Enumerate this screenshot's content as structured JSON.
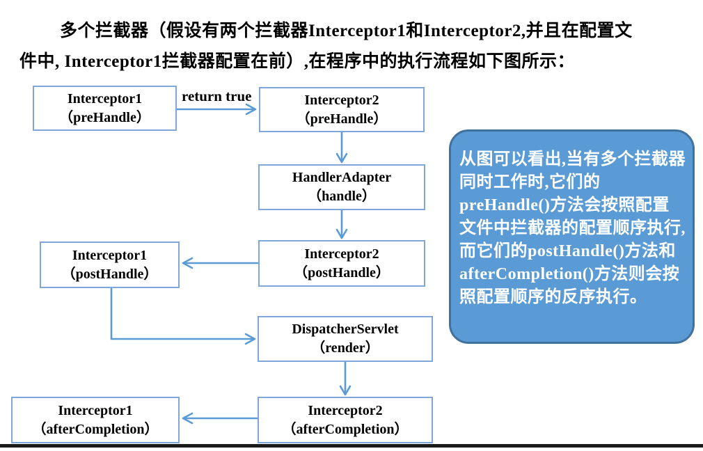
{
  "header": {
    "line1": "多个拦截器（假设有两个拦截器Interceptor1和Interceptor2,并且在配置文",
    "line2": "件中, Interceptor1拦截器配置在前）,在程序中的执行流程如下图所示："
  },
  "flowchart": {
    "edge_label": "return true",
    "nodes": [
      {
        "title": "Interceptor1",
        "method": "（preHandle）"
      },
      {
        "title": "Interceptor2",
        "method": "（preHandle）"
      },
      {
        "title": "HandlerAdapter",
        "method": "（handle）"
      },
      {
        "title": "Interceptor1",
        "method": "（postHandle）"
      },
      {
        "title": "Interceptor2",
        "method": "（postHandle）"
      },
      {
        "title": "DispatcherServlet",
        "method": "（render）"
      },
      {
        "title": "Interceptor1",
        "method": "（afterCompletion）"
      },
      {
        "title": "Interceptor2",
        "method": "（afterCompletion）"
      }
    ]
  },
  "callout": {
    "text": "从图可以看出,当有多个拦截器同时工作时,它们的preHandle()方法会按照配置文件中拦截器的配置顺序执行,而它们的postHandle()方法和afterCompletion()方法则会按照配置顺序的反序执行。"
  },
  "colors": {
    "arrow": "#5b9bd5",
    "box_border": "#7ea6d9",
    "callout_fill": "#5b9bd5",
    "callout_border": "#41719c",
    "text": "#000000",
    "callout_text": "#ffffff"
  }
}
